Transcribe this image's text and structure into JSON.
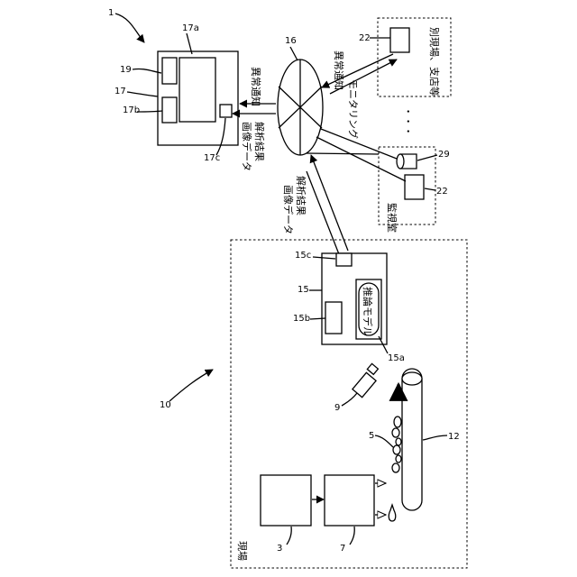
{
  "refs": {
    "system_1": "1",
    "field_system_10": "10",
    "device_3": "3",
    "device_7": "7",
    "objects_5": "5",
    "camera_9": "9",
    "conveyor_12": "12",
    "analyzer_15": "15",
    "analyzer_15a": "15a",
    "analyzer_15b": "15b",
    "analyzer_15c": "15c",
    "network_16": "16",
    "server_17": "17",
    "server_17a": "17a",
    "server_17b": "17b",
    "server_17c": "17c",
    "server_19": "19",
    "terminal_22_top": "22",
    "terminal_22_bottom": "22",
    "lamp_29": "29"
  },
  "labels": {
    "site": "現場",
    "inference_model": "推論モデル",
    "analysis_result_left": "解析結果",
    "image_data_left": "画像データ",
    "analysis_result_mid": "解析結果",
    "image_data_mid": "画像データ",
    "abnormal_notice_mid": "異常通知",
    "abnormal_notice_right": "異常通知",
    "monitoring": "モニタリング",
    "monitoring_room": "監視室",
    "other_site": "別現場、支店等",
    "ellipsis": "・・・"
  }
}
